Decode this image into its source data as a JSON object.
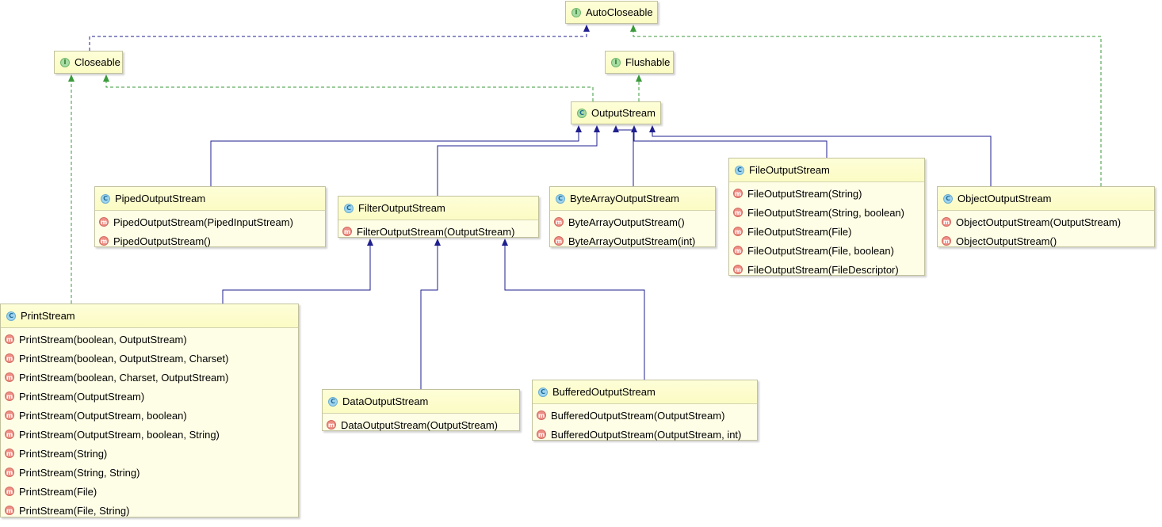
{
  "nodes": {
    "auto_closeable": {
      "kind": "interface",
      "name": "AutoCloseable",
      "members": []
    },
    "closeable": {
      "kind": "interface",
      "name": "Closeable",
      "members": []
    },
    "flushable": {
      "kind": "interface",
      "name": "Flushable",
      "members": []
    },
    "output_stream": {
      "kind": "abstract-class",
      "name": "OutputStream",
      "members": []
    },
    "piped_output_stream": {
      "kind": "class",
      "name": "PipedOutputStream",
      "members": [
        "PipedOutputStream(PipedInputStream)",
        "PipedOutputStream()"
      ]
    },
    "filter_output_stream": {
      "kind": "class",
      "name": "FilterOutputStream",
      "members": [
        "FilterOutputStream(OutputStream)"
      ]
    },
    "byte_array_output_stream": {
      "kind": "class",
      "name": "ByteArrayOutputStream",
      "members": [
        "ByteArrayOutputStream()",
        "ByteArrayOutputStream(int)"
      ]
    },
    "file_output_stream": {
      "kind": "class",
      "name": "FileOutputStream",
      "members": [
        "FileOutputStream(String)",
        "FileOutputStream(String, boolean)",
        "FileOutputStream(File)",
        "FileOutputStream(File, boolean)",
        "FileOutputStream(FileDescriptor)"
      ]
    },
    "object_output_stream": {
      "kind": "class",
      "name": "ObjectOutputStream",
      "members": [
        "ObjectOutputStream(OutputStream)",
        "ObjectOutputStream()"
      ]
    },
    "print_stream": {
      "kind": "class",
      "name": "PrintStream",
      "members": [
        "PrintStream(boolean, OutputStream)",
        "PrintStream(boolean, OutputStream, Charset)",
        "PrintStream(boolean, Charset, OutputStream)",
        "PrintStream(OutputStream)",
        "PrintStream(OutputStream, boolean)",
        "PrintStream(OutputStream, boolean, String)",
        "PrintStream(String)",
        "PrintStream(String, String)",
        "PrintStream(File)",
        "PrintStream(File, String)"
      ]
    },
    "data_output_stream": {
      "kind": "class",
      "name": "DataOutputStream",
      "members": [
        "DataOutputStream(OutputStream)"
      ]
    },
    "buffered_output_stream": {
      "kind": "class",
      "name": "BufferedOutputStream",
      "members": [
        "BufferedOutputStream(OutputStream)",
        "BufferedOutputStream(OutputStream, int)"
      ]
    }
  },
  "relations": [
    {
      "from": "closeable",
      "to": "auto_closeable",
      "type": "extends"
    },
    {
      "from": "output_stream",
      "to": "closeable",
      "type": "implements"
    },
    {
      "from": "output_stream",
      "to": "flushable",
      "type": "implements"
    },
    {
      "from": "object_output_stream",
      "to": "auto_closeable",
      "type": "implements"
    },
    {
      "from": "print_stream",
      "to": "closeable",
      "type": "implements"
    },
    {
      "from": "piped_output_stream",
      "to": "output_stream",
      "type": "extends"
    },
    {
      "from": "filter_output_stream",
      "to": "output_stream",
      "type": "extends"
    },
    {
      "from": "byte_array_output_stream",
      "to": "output_stream",
      "type": "extends"
    },
    {
      "from": "file_output_stream",
      "to": "output_stream",
      "type": "extends"
    },
    {
      "from": "object_output_stream",
      "to": "output_stream",
      "type": "extends"
    },
    {
      "from": "print_stream",
      "to": "filter_output_stream",
      "type": "extends"
    },
    {
      "from": "data_output_stream",
      "to": "filter_output_stream",
      "type": "extends"
    },
    {
      "from": "buffered_output_stream",
      "to": "filter_output_stream",
      "type": "extends"
    }
  ],
  "colors": {
    "extends_edge": "#1f1f8f",
    "implements_edge": "#3a9a3a",
    "box_fill": "#fefee6",
    "box_border": "#c2c29e"
  },
  "icons": {
    "class": "class-c-icon",
    "interface": "interface-i-icon",
    "abstract-class": "abstract-class-icon",
    "method": "method-m-icon"
  }
}
